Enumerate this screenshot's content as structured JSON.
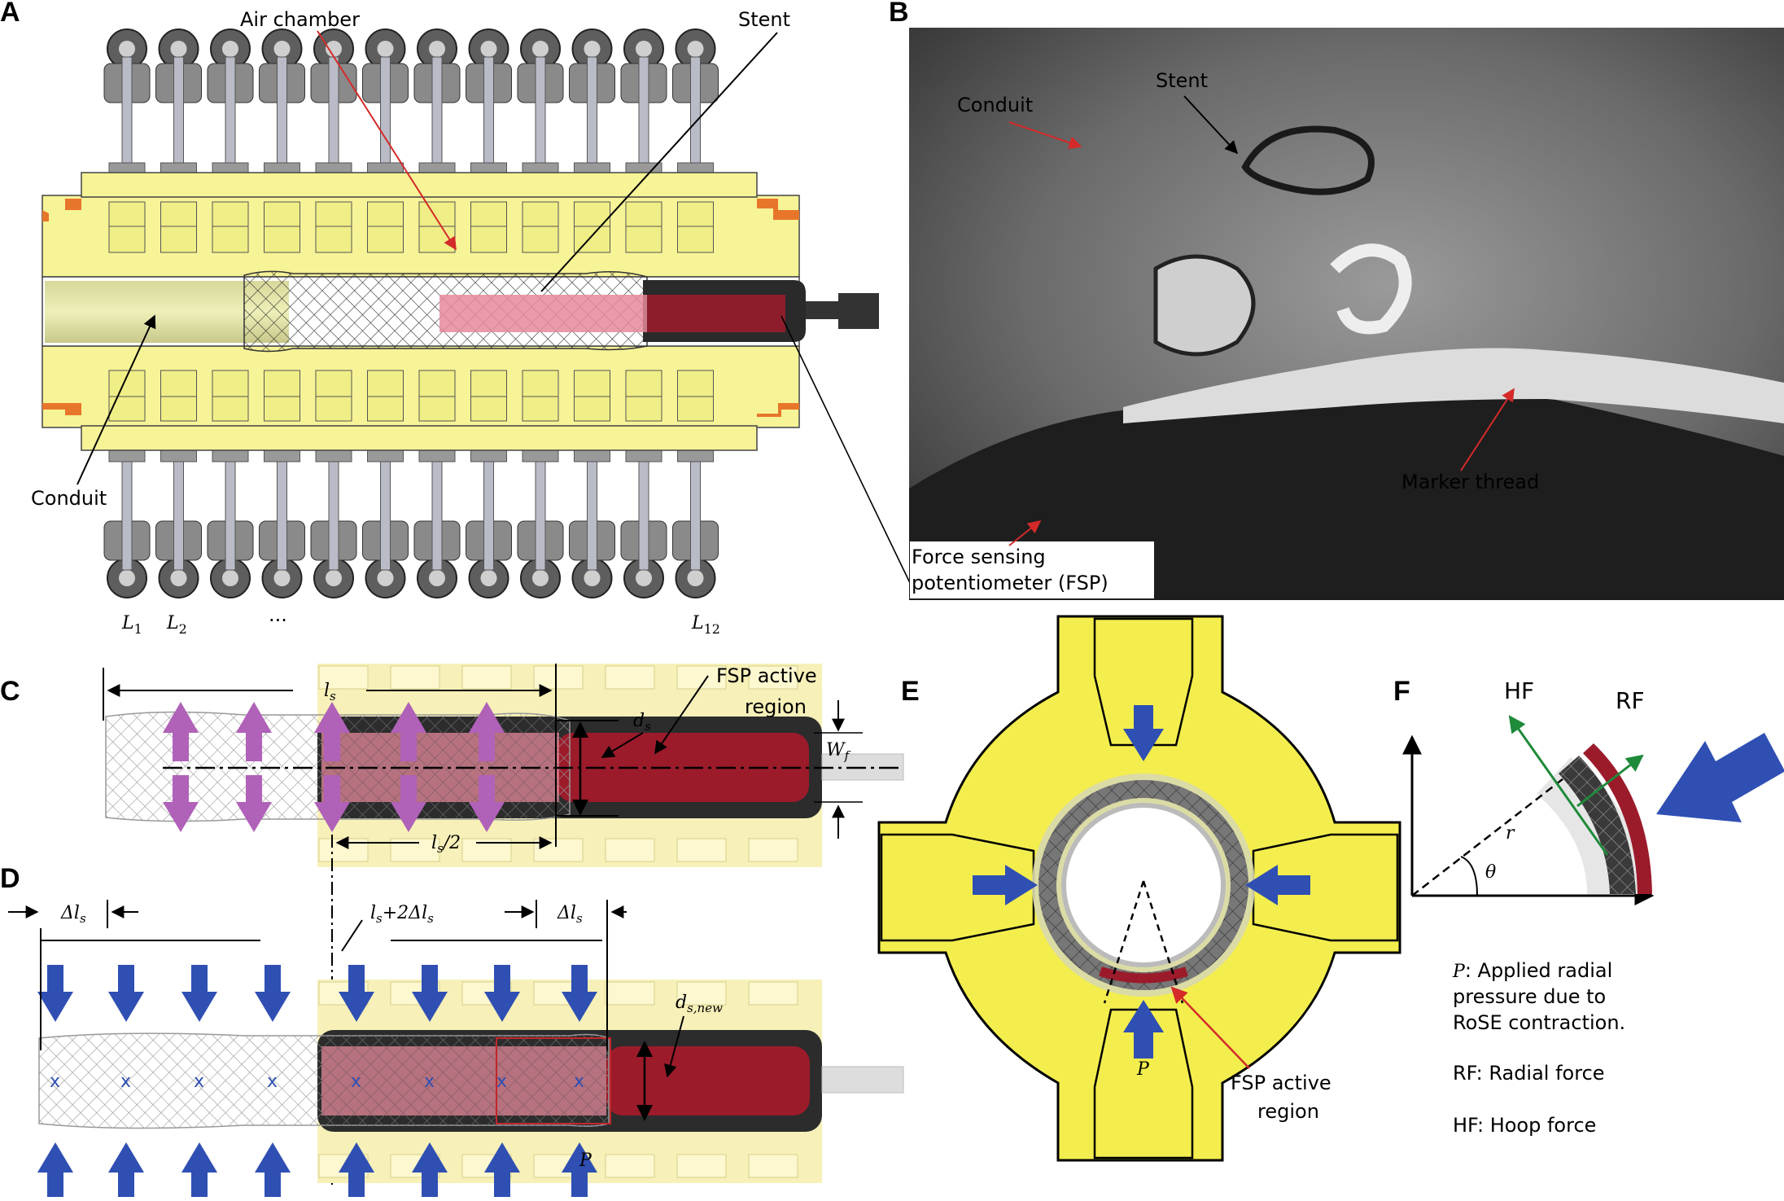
{
  "panels": {
    "A": "A",
    "B": "B",
    "C": "C",
    "D": "D",
    "E": "E",
    "F": "F"
  },
  "panel_a": {
    "air_chamber": "Air chamber",
    "stent": "Stent",
    "conduit": "Conduit",
    "l1": "L",
    "l1_sub": "1",
    "l2": "L",
    "l2_sub": "2",
    "ellipsis": "···",
    "l12": "L",
    "l12_sub": "12",
    "segment_count": 12
  },
  "panel_b": {
    "conduit": "Conduit",
    "stent": "Stent",
    "marker_thread": "Marker thread",
    "fsp_line1": "Force sensing",
    "fsp_line2": "potentiometer (FSP)"
  },
  "panel_c": {
    "ls": "l",
    "ls_sub": "s",
    "ds": "d",
    "ds_sub": "s",
    "fsp_line1": "FSP active",
    "fsp_line2": "region",
    "wf": "W",
    "wf_sub": "f",
    "ls_half": "l",
    "ls_half_sub": "s",
    "ls_half_tail": "/2"
  },
  "panel_d": {
    "dls_left": "Δl",
    "dls_left_sub": "s",
    "ls2dls": "l",
    "ls2dls_sub": "s",
    "ls2dls_tail": "+2Δl",
    "ls2dls_sub2": "s",
    "dls_right": "Δl",
    "dls_right_sub": "s",
    "dsnew": "d",
    "dsnew_sub": "s,new",
    "p": "P",
    "x_mark": "x"
  },
  "panel_e": {
    "p": "P",
    "fsp_line1": "FSP active",
    "fsp_line2": "region"
  },
  "panel_f": {
    "hf": "HF",
    "rf": "RF",
    "r": "r",
    "theta": "θ",
    "note_p_sym": "P",
    "note_p_line1": ": Applied radial",
    "note_p_line2": "pressure due to",
    "note_p_line3": "RoSE contraction.",
    "note_rf": "RF: Radial force",
    "note_hf": "HF: Hoop force"
  },
  "colors": {
    "yellow": "#f3ee4e",
    "pale_yellow": "#f7f0a8",
    "dark_red": "#9b1b2a",
    "pink": "#e58a9b",
    "purple": "#b061b8",
    "blue": "#2f4fb3",
    "green": "#1e8a3a",
    "red_arrow": "#d42a2a",
    "orange": "#e8762a"
  }
}
